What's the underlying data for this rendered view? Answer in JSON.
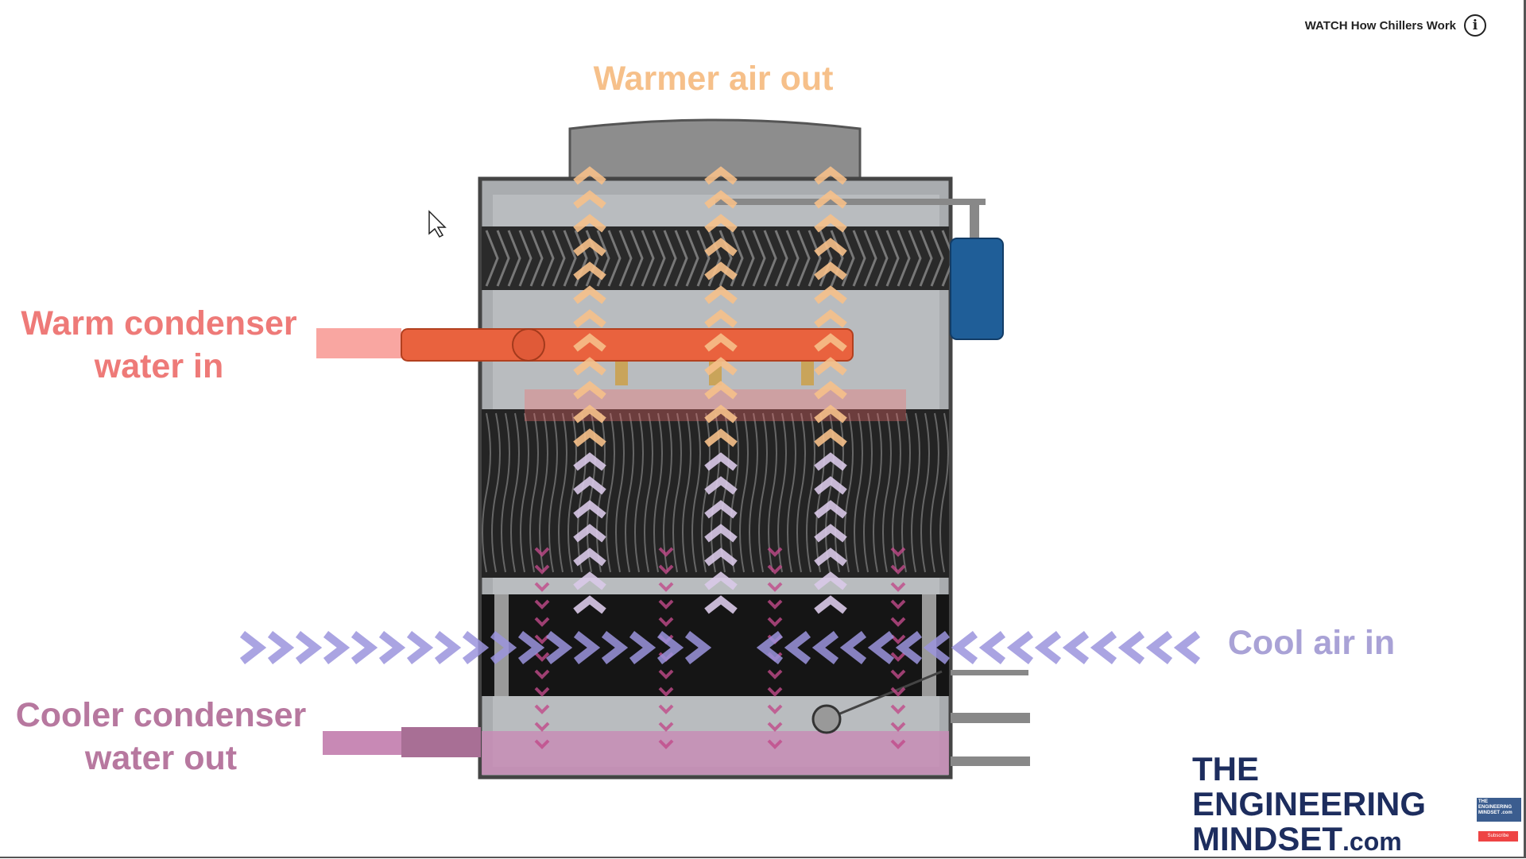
{
  "header": {
    "watch_label": "WATCH How Chillers Work",
    "info_icon": "i"
  },
  "labels": {
    "warmer_air_out": "Warmer air out",
    "warm_water_in": [
      "Warm condenser",
      "water in"
    ],
    "cool_air_in": "Cool air in",
    "cooler_water_out": [
      "Cooler condenser",
      "water out"
    ]
  },
  "logo": {
    "line1": "THE",
    "line2": "ENGINEERING",
    "line3": "MINDSET",
    "line3_suffix": ".com",
    "mini_badge": "THE ENGINEERING MINDSET .com",
    "subscribe": "Subscribe"
  },
  "colors": {
    "warm": "#ee7a78",
    "air_out": "#f6c08a",
    "cool_air": "#9b94dd",
    "cool_water": "#b7789f",
    "logo": "#1d2d5e"
  }
}
